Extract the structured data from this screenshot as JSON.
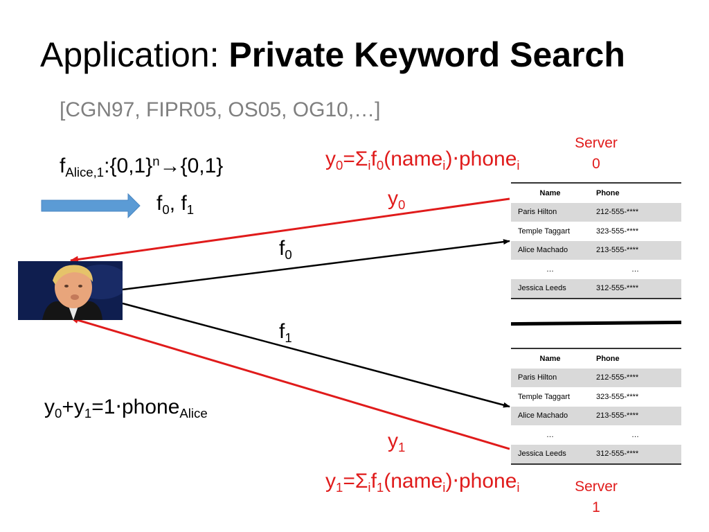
{
  "slide": {
    "title_prefix": "Application:",
    "title_bold": "Private Keyword Search",
    "citation": "[CGN97, FIPR05, OS05, OG10,…]"
  },
  "labels": {
    "f_main": "f",
    "f_main_sub": "Alice,1",
    "f_main_domain": ":{0,1}",
    "f_main_sup": "n",
    "f_main_arrow": "→",
    "f_main_codomain": "{0,1}",
    "f_parts_f0": "f",
    "f_parts_f0_sub": "0",
    "f_parts_sep": ", f",
    "f_parts_f1_sub": "1",
    "f0_label": "f",
    "f0_label_sub": "0",
    "f1_label": "f",
    "f1_label_sub": "1",
    "y0_label": "y",
    "y0_label_sub": "0",
    "y1_label": "y",
    "y1_label_sub": "1",
    "result_a": "y",
    "result_a_sub": "0",
    "result_b": "+y",
    "result_b_sub": "1",
    "result_c": "=1⋅phone",
    "result_c_sub": "Alice"
  },
  "formulas": {
    "y0": {
      "lhs": "y",
      "lhs_sub": "0",
      "eq": "=Σ",
      "sum_sub": "i",
      "f": "f",
      "f_sub": "0",
      "arg": "(name",
      "arg_sub": "i",
      "rest": ")⋅phone",
      "rest_sub": "i"
    },
    "y1": {
      "lhs": "y",
      "lhs_sub": "1",
      "eq": "=Σ",
      "sum_sub": "i",
      "f": "f",
      "f_sub": "1",
      "arg": "(name",
      "arg_sub": "i",
      "rest": ")⋅phone",
      "rest_sub": "i"
    }
  },
  "servers": {
    "s0": {
      "line1": "Server",
      "line2": "0"
    },
    "s1": {
      "line1": "Server",
      "line2": "1"
    }
  },
  "tables": {
    "t0": {
      "headers": [
        "Name",
        "Phone"
      ],
      "rows": [
        [
          "Paris Hilton",
          "212-555-****"
        ],
        [
          "Temple Taggart",
          "323-555-****"
        ],
        [
          "Alice Machado",
          "213-555-****"
        ],
        [
          "…",
          "…"
        ],
        [
          "Jessica Leeds",
          "312-555-****"
        ]
      ]
    },
    "t1": {
      "headers": [
        "Name",
        "Phone"
      ],
      "rows": [
        [
          "Paris Hilton",
          "212-555-****"
        ],
        [
          "Temple Taggart",
          "323-555-****"
        ],
        [
          "Alice Machado",
          "213-555-****"
        ],
        [
          "…",
          "…"
        ],
        [
          "Jessica Leeds",
          "312-555-****"
        ]
      ]
    }
  },
  "colors": {
    "red": "#e01b1b",
    "arrow_blue": "#5b9bd5",
    "shade": "#d9d9d9"
  }
}
